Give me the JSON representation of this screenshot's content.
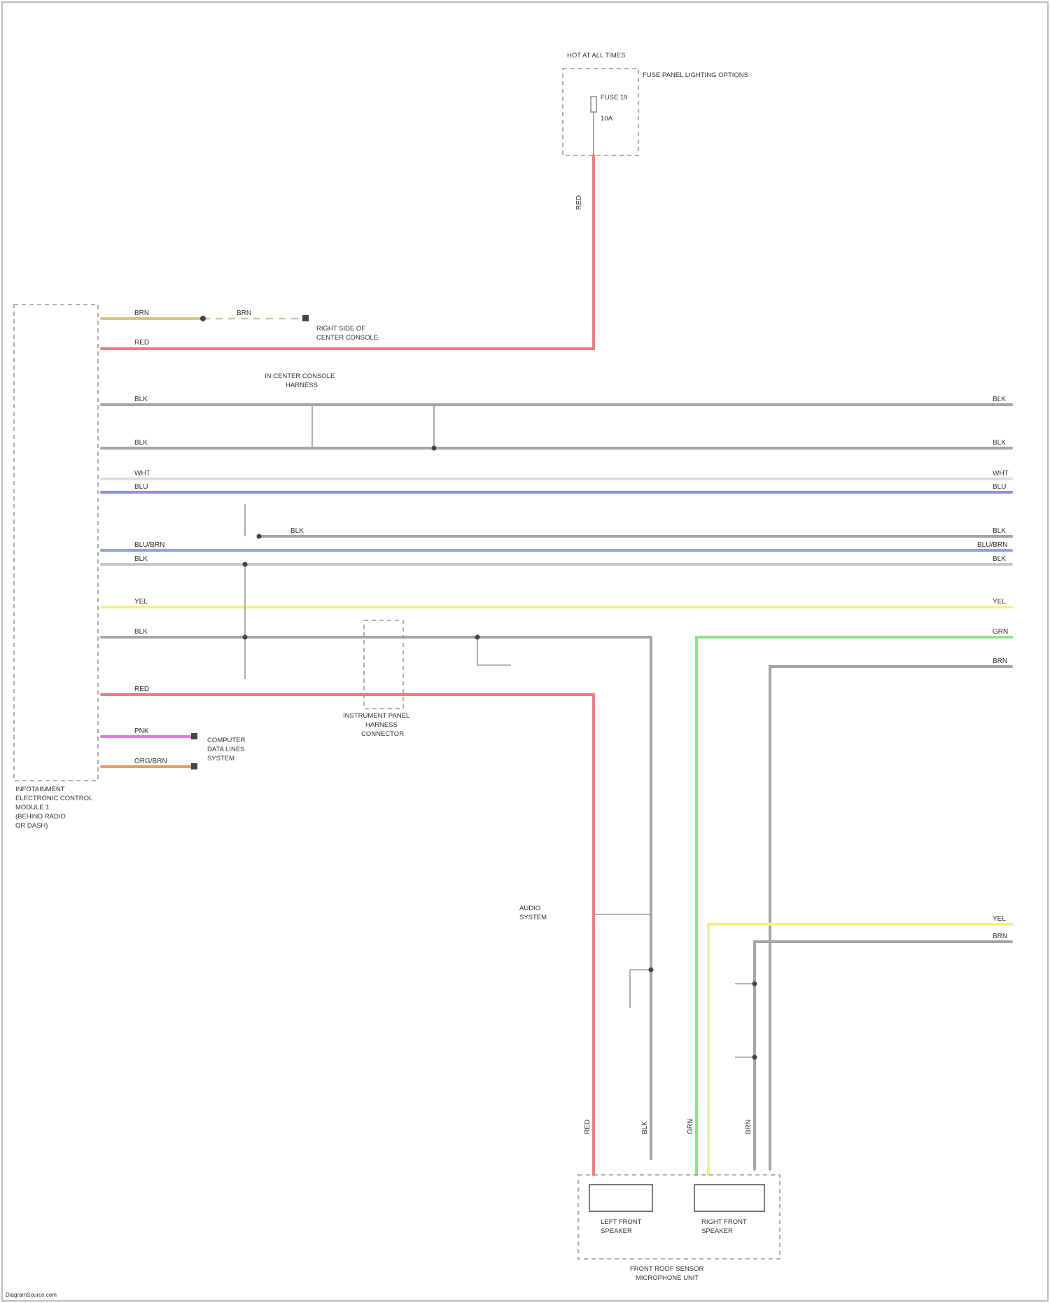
{
  "colors": {
    "red": "#ee7d85",
    "gray": "#a5a5a5",
    "light_gray": "#c7c7c7",
    "blue": "#8a8ee6",
    "light_blue": "#8ea6de",
    "yellow": "#f2f28a",
    "green": "#91e08a",
    "magenta": "#e67de6",
    "orange": "#ec9b62",
    "olive": "#d6c58a"
  },
  "components": {
    "fuse_box": {
      "title": "HOT AT ALL TIMES",
      "side_label": "FUSE PANEL LIGHTING OPTIONS",
      "fuse_name": "FUSE 19",
      "fuse_rating": "10A"
    },
    "control_module": {
      "label_lines": [
        "INFOTAINMENT",
        "ELECTRONIC CONTROL",
        "MODULE 1",
        "(BEHIND RADIO",
        "OR DASH)"
      ]
    },
    "ground_ref": {
      "label_lines": [
        "RIGHT SIDE OF",
        "CENTER CONSOLE"
      ]
    },
    "splice_ref": {
      "label_lines": [
        "IN CENTER CONSOLE",
        "HARNESS"
      ]
    },
    "connector_block": {
      "label_lines": [
        "INSTRUMENT PANEL",
        "HARNESS",
        "CONNECTOR"
      ]
    },
    "comm_ref": {
      "label_lines": [
        "COMPUTER",
        "DATA LINES",
        "SYSTEM"
      ]
    },
    "audio_ref": {
      "label_lines": [
        "AUDIO",
        "SYSTEM"
      ]
    },
    "speaker_module": {
      "left_label": [
        "LEFT FRONT",
        "SPEAKER"
      ],
      "right_label": [
        "RIGHT FRONT",
        "SPEAKER"
      ],
      "group_label": [
        "FRONT ROOF SENSOR",
        "MICROPHONE UNIT"
      ]
    }
  },
  "wires": {
    "top_red": "RED",
    "feed_1": "BRN",
    "feed_2": "BRN",
    "feed_red": "RED",
    "bus_1": "BLK",
    "bus_2": "BLK",
    "bus_3": "WHT",
    "bus_4": "BLU",
    "bus_5": "BLK",
    "bus_6": "BLU/BRN",
    "bus_7": "BLK",
    "bus_8": "YEL",
    "bus_9": "BLK",
    "bus_10": "RED",
    "low_magenta": "PNK",
    "low_orange": "ORG/BRN",
    "right_1": "BLK",
    "right_2": "BLK",
    "right_3": "WHT",
    "right_4": "BLU",
    "right_5": "BLK",
    "right_6": "BLU/BRN",
    "right_7": "BLK",
    "right_8": "YEL",
    "right_9": "GRN",
    "right_10": "BRN",
    "right_11": "YEL",
    "right_12": "BRN",
    "drop_red": "RED",
    "drop_gray": "BLK",
    "drop_green": "GRN",
    "drop_brown": "BRN"
  },
  "footer": "DiagramSource.com"
}
